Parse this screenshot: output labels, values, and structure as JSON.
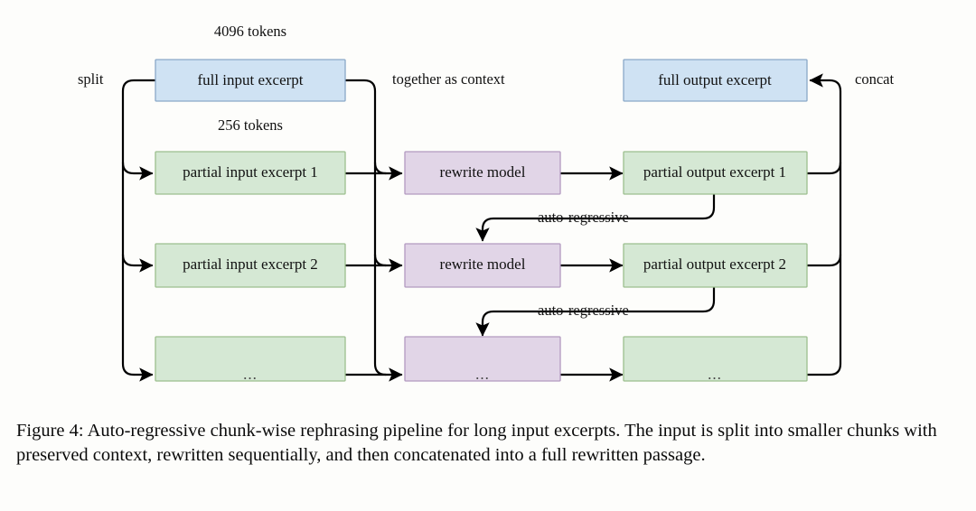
{
  "figure": {
    "caption": "Figure 4: Auto-regressive chunk-wise rephrasing pipeline for long input excerpts. The input is split into smaller chunks with preserved context, rewritten sequentially, and then concatenated into a full rewritten passage."
  },
  "colors": {
    "input_full_fill": "#cfe2f3",
    "input_full_stroke": "#8aa8c8",
    "chunk_fill": "#d5e8d4",
    "chunk_stroke": "#9cbf8e",
    "model_fill": "#e1d5e7",
    "model_stroke": "#b39ac0",
    "edge": "#000000",
    "background": "#fdfdfb"
  },
  "annotations": {
    "tokens_full": "4096 tokens",
    "tokens_chunk": "256 tokens",
    "split": "split",
    "context": "together as context",
    "concat": "concat",
    "autoregressive_1": "auto-regressive",
    "autoregressive_2": "auto-regressive"
  },
  "nodes": {
    "full_input": "full input excerpt",
    "full_output": "full output excerpt",
    "input_chunks": [
      "partial input excerpt 1",
      "partial input excerpt 2",
      "..."
    ],
    "models": [
      "rewrite model",
      "rewrite model",
      "..."
    ],
    "output_chunks": [
      "partial output excerpt 1",
      "partial output excerpt 2",
      "..."
    ]
  }
}
